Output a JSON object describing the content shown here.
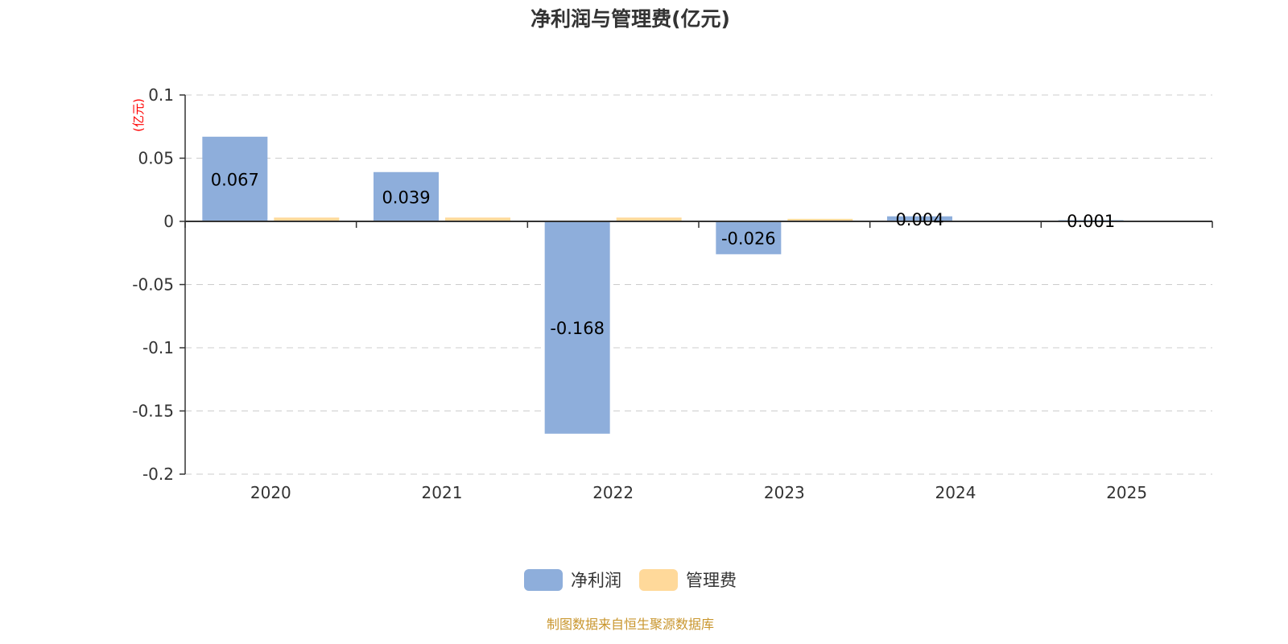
{
  "chart_data": {
    "type": "bar",
    "title": "净利润与管理费(亿元)",
    "xlabel": "",
    "ylabel": "(亿元)",
    "categories": [
      "2020",
      "2021",
      "2022",
      "2023",
      "2024",
      "2025"
    ],
    "ylim": [
      -0.2,
      0.1
    ],
    "yticks": [
      0.1,
      0.05,
      0,
      -0.05,
      -0.1,
      -0.15,
      -0.2
    ],
    "ytick_labels": [
      "0.1",
      "0.05",
      "0",
      "-0.05",
      "-0.1",
      "-0.15",
      "-0.2"
    ],
    "grid": true,
    "legend_position": "bottom-center",
    "series": [
      {
        "name": "净利润",
        "color": "#8EAEDB",
        "values": [
          0.067,
          0.039,
          -0.168,
          -0.026,
          0.004,
          0.001
        ],
        "labels": [
          "0.067",
          "0.039",
          "-0.168",
          "-0.026",
          "0.004",
          "0.001"
        ]
      },
      {
        "name": "管理费",
        "color": "#FFD99A",
        "values": [
          0.003,
          0.003,
          0.003,
          0.002,
          null,
          null
        ],
        "labels": []
      }
    ]
  },
  "header": {
    "title": "净利润与管理费(亿元)"
  },
  "legend": {
    "items": [
      {
        "label": "净利润",
        "color": "#8EAEDB"
      },
      {
        "label": "管理费",
        "color": "#FFD99A"
      }
    ]
  },
  "footer": {
    "source": "制图数据来自恒生聚源数据库",
    "source_color": "#C9962E"
  },
  "colors": {
    "axis_unit": "#FF0000",
    "axis": "#333333",
    "grid": "#CCCCCC"
  }
}
